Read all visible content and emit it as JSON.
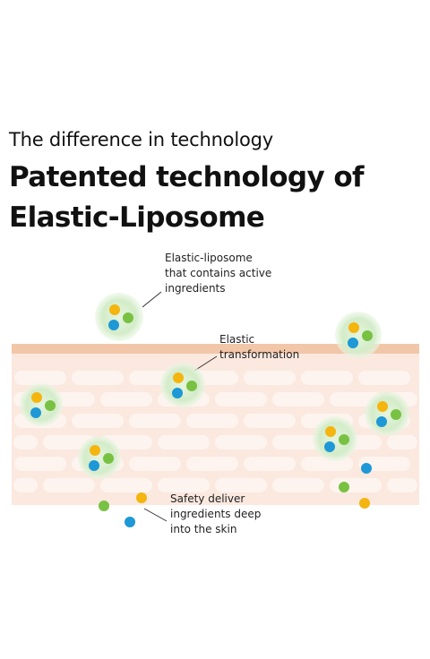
{
  "header": {
    "subtitle": "The difference in technology",
    "title_line1": "Patented technology of",
    "title_line2": "Elastic-Liposome"
  },
  "labels": {
    "liposome": [
      "Elastic-liposome",
      "that contains active",
      "ingredients"
    ],
    "transformation": [
      "Elastic",
      "transformation"
    ],
    "delivery": [
      "Safety deliver",
      "ingredients deep",
      "into the skin"
    ]
  },
  "colors": {
    "skin_surface": "#f2c6a8",
    "skin_tissue": "#fbe8df",
    "cell": "#fdf4ef",
    "halo": "#d9efd2",
    "dot_yellow": "#f5b50f",
    "dot_green": "#78c142",
    "dot_blue": "#1e98d6"
  },
  "icons": [
    "liposome-icon",
    "yellow-ingredient-dot",
    "green-ingredient-dot",
    "blue-ingredient-dot"
  ]
}
